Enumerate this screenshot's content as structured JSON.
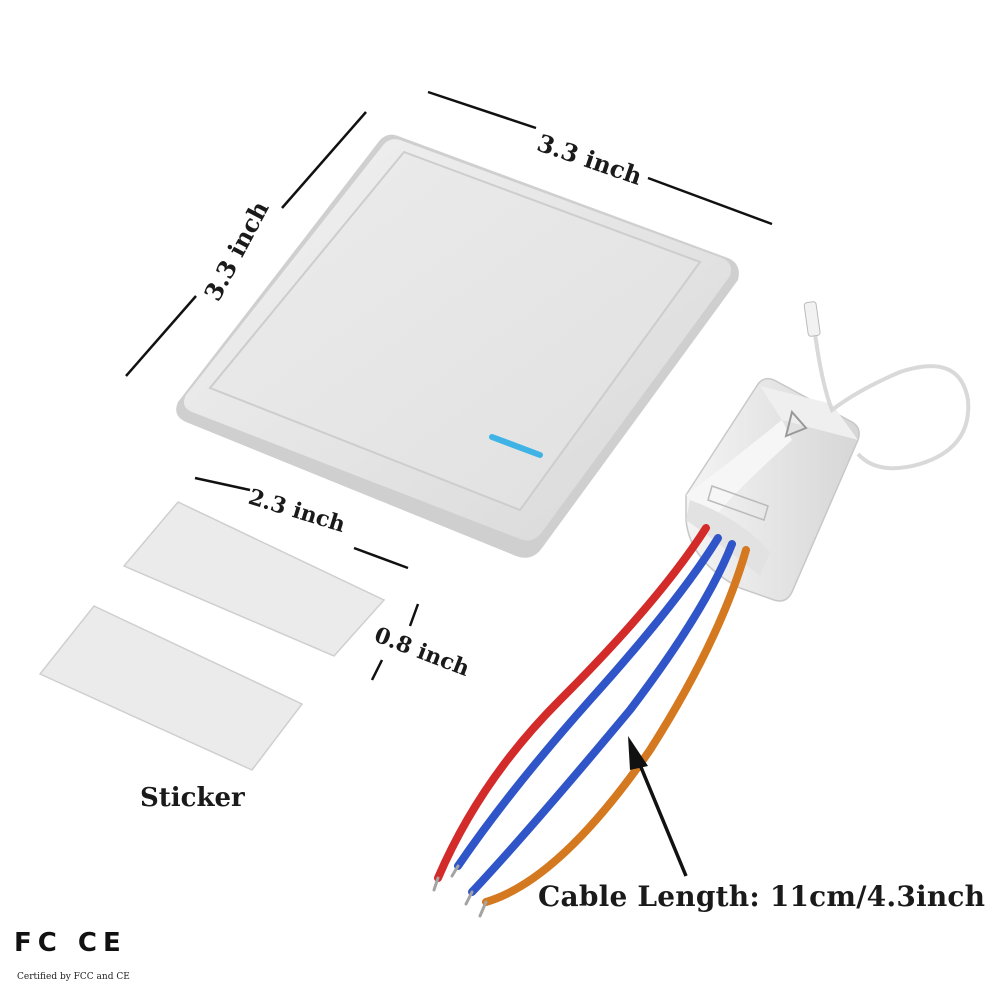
{
  "labels": {
    "switch_width": "3.3 inch",
    "switch_height": "3.3 inch",
    "sticker_width": "2.3 inch",
    "sticker_height": "0.8 inch",
    "sticker": "Sticker",
    "cable_length": "Cable Length: 11cm/4.3inch"
  },
  "certification": {
    "logos": "FC CE",
    "text": "Certified by FCC and CE"
  },
  "colors": {
    "indicator": "#3fb3e6",
    "wire_red": "#d32a2a",
    "wire_blue": "#2f55c8",
    "wire_orange": "#d4791f"
  }
}
